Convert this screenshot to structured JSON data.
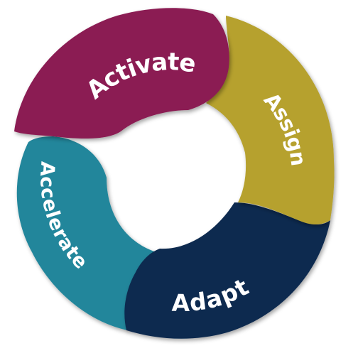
{
  "diagram": {
    "segments": [
      {
        "label": "Activate",
        "color": "#8b1d52"
      },
      {
        "label": "Assign",
        "color": "#b6a12f"
      },
      {
        "label": "Adapt",
        "color": "#0e2a4f"
      },
      {
        "label": "Accelerate",
        "color": "#21869b"
      }
    ]
  }
}
